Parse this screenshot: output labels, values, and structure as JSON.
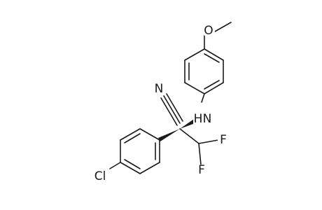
{
  "atom_labels": {
    "nitrile_n": "N",
    "amine_n": "N",
    "amine_h": "H",
    "fluorine_1": "F",
    "fluorine_2": "F",
    "chlorine": "Cl",
    "oxygen": "O"
  }
}
